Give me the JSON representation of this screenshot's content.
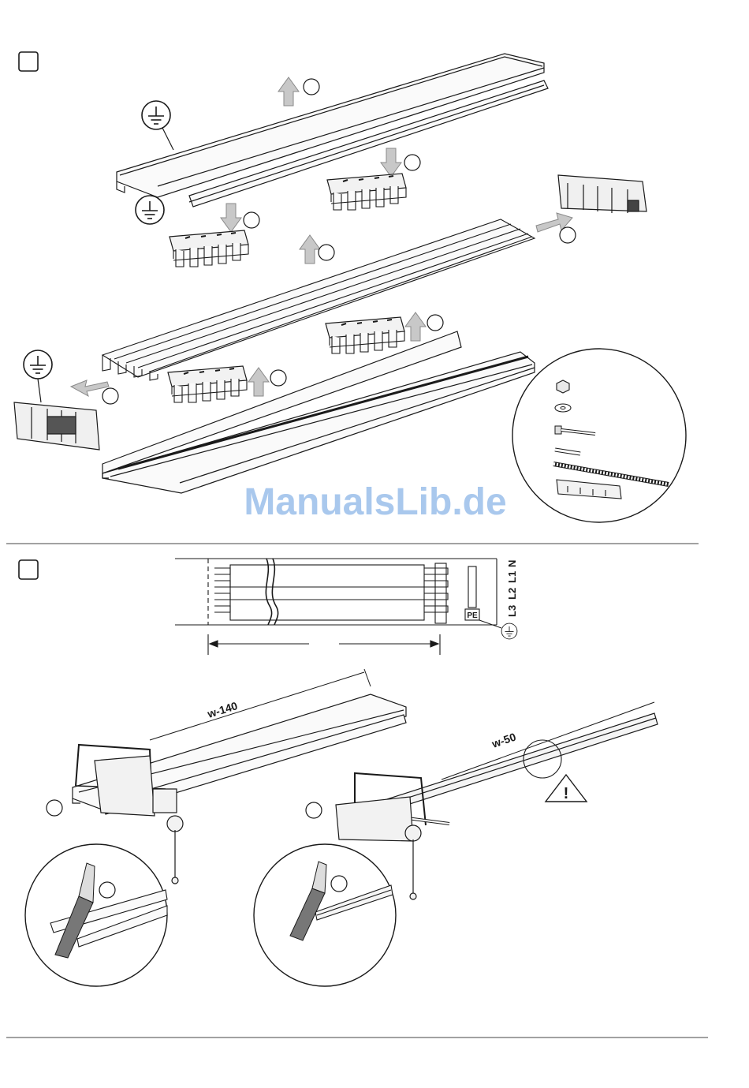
{
  "watermark": "ManualsLib.de",
  "section1": {
    "step_box": ""
  },
  "section2": {
    "step_box": "",
    "phase_labels": [
      "L3",
      "L2",
      "L1",
      "N"
    ],
    "pe_label": "PE",
    "cut_label_left": "w-140",
    "cut_label_right": "w-50",
    "warning_symbol": "!"
  },
  "icons": [
    "ground-symbol-icon",
    "warning-triangle-icon",
    "arrow-up-icon",
    "arrow-down-icon",
    "arrow-side-icon",
    "hacksaw-icon",
    "vise-icon"
  ]
}
